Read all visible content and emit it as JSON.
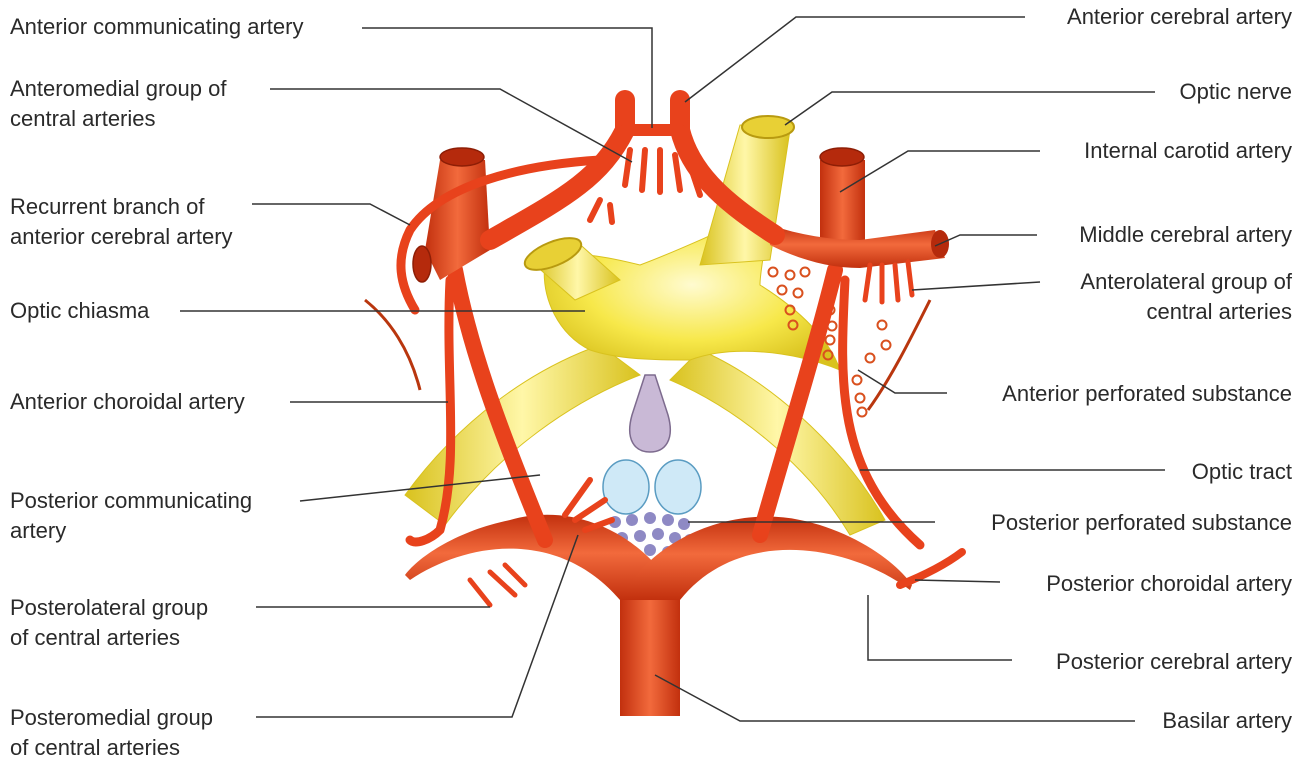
{
  "labels": {
    "anterior_communicating_artery": "Anterior communicating artery",
    "anteromedial_group": [
      "Anteromedial group of",
      "central arteries"
    ],
    "recurrent_branch": [
      "Recurrent branch of",
      "anterior cerebral artery"
    ],
    "optic_chiasma": "Optic chiasma",
    "anterior_choroidal_artery": "Anterior choroidal artery",
    "posterior_communicating_artery": [
      "Posterior communicating",
      "artery"
    ],
    "posterolateral_group": [
      "Posterolateral group",
      "of central arteries"
    ],
    "posteromedial_group": [
      "Posteromedial group",
      "of central arteries"
    ],
    "anterior_cerebral_artery": "Anterior cerebral artery",
    "optic_nerve": "Optic nerve",
    "internal_carotid_artery": "Internal carotid artery",
    "middle_cerebral_artery": "Middle cerebral artery",
    "anterolateral_group": [
      "Anterolateral group of",
      "central arteries"
    ],
    "anterior_perforated_substance": "Anterior perforated substance",
    "optic_tract": "Optic tract",
    "posterior_perforated_substance": "Posterior perforated substance",
    "posterior_choroidal_artery": "Posterior choroidal artery",
    "posterior_cerebral_artery": "Posterior cerebral artery",
    "basilar_artery": "Basilar artery"
  },
  "colors": {
    "artery": "#e8421c",
    "artery_light": "#f77a4d",
    "artery_dark": "#c2300e",
    "optic": "#f7e84a",
    "optic_light": "#fff9b0",
    "optic_dark": "#d9c21e",
    "perforated": "#8e89c4",
    "mammillary": "#cfe9f7",
    "pituitary": "#c9b9d6",
    "leader": "#333333"
  }
}
